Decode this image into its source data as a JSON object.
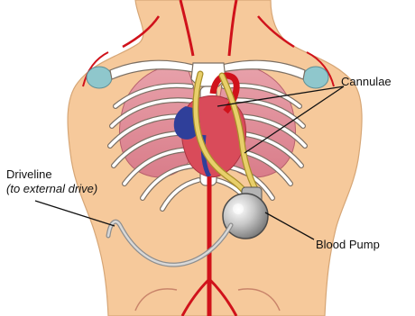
{
  "labels": {
    "cannulae": "Cannulae",
    "driveline": "Driveline",
    "driveline_note": "(to external drive)",
    "blood_pump": "Blood Pump"
  },
  "colors": {
    "skin": "#f6c99b",
    "skin_outline": "#d6a676",
    "bone": "#ffffff",
    "bone_outline": "#7b6f63",
    "lung": "#e49aa3",
    "lung_dark": "#c95c6b",
    "heart": "#d94b5a",
    "vein_blue": "#2f3f9a",
    "artery_red": "#d0121b",
    "cannula_yellow": "#e8cf6a",
    "pump_metal": "#c8c8c8",
    "driveline_gray": "#a8a8a8",
    "shoulder_teal": "#8fc7cc",
    "leader_line": "#111111"
  }
}
